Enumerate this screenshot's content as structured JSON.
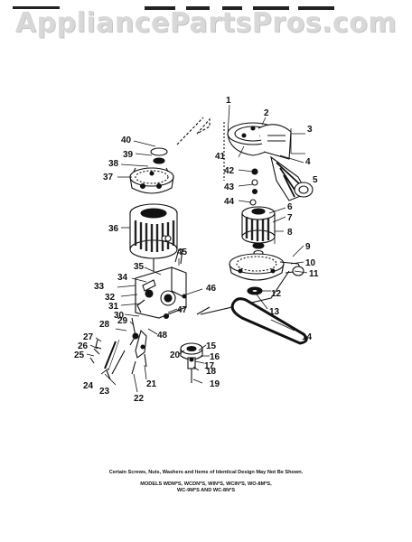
{
  "watermark": "AppliancePartsPros.com",
  "labels": [
    "1",
    "2",
    "3",
    "4",
    "5",
    "6",
    "7",
    "8",
    "9",
    "10",
    "11",
    "12",
    "13",
    "14",
    "15",
    "16",
    "17",
    "18",
    "19",
    "20",
    "21",
    "22",
    "23",
    "24",
    "25",
    "26",
    "27",
    "28",
    "29",
    "30",
    "31",
    "32",
    "33",
    "34",
    "35",
    "36",
    "37",
    "38",
    "39",
    "40",
    "41",
    "42",
    "43",
    "44",
    "45",
    "46",
    "47",
    "48"
  ],
  "footer": {
    "note": "Certain Screws, Nuts, Washers and Items of Identical Design May Not Be Shown.",
    "models_line1": "MODELS WDM*S, WCDN*S, WIN*S, WCIN*S, WO-8M*S,",
    "models_line2": "WC-9M*S AND WC-8N*S"
  }
}
